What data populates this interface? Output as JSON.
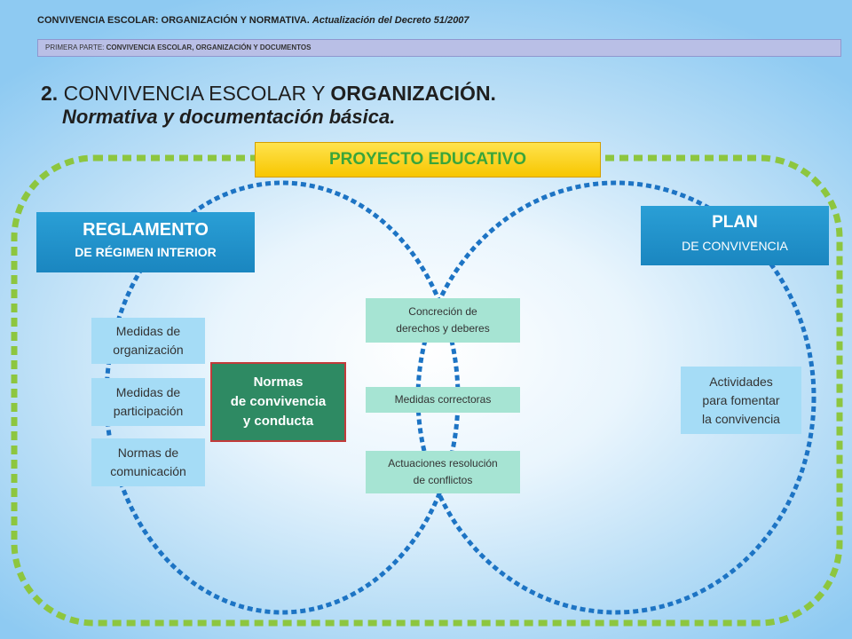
{
  "header": {
    "course": "CONVIVENCIA ESCOLAR: ORGANIZACIÓN Y NORMATIVA.",
    "update": "Actualización del Decreto 51/2007"
  },
  "part_bar": {
    "prefix": "PRIMERA PARTE: ",
    "label": "CONVIVENCIA ESCOLAR, ORGANIZACIÓN Y DOCUMENTOS"
  },
  "title": {
    "number": "2.",
    "main": " CONVIVENCIA ESCOLAR Y ",
    "emph": "ORGANIZACIÓN.",
    "subtitle": "Normativa y documentación básica."
  },
  "diagram": {
    "proyecto": "PROYECTO EDUCATIVO",
    "reglamento": {
      "title": "REGLAMENTO",
      "sub": "DE RÉGIMEN INTERIOR"
    },
    "plan": {
      "title": "PLAN",
      "sub": "DE  CONVIVENCIA"
    },
    "left_items": [
      {
        "l1": "Medidas de",
        "l2": "organización"
      },
      {
        "l1": "Medidas de",
        "l2": "participación"
      },
      {
        "l1": "Normas de",
        "l2": "comunicación"
      }
    ],
    "normas": {
      "l1": "Normas",
      "l2": "de convivencia",
      "l3": "y conducta"
    },
    "center_items": [
      {
        "l1": "Concreción de",
        "l2": "derechos y deberes"
      },
      {
        "l1": "Medidas correctoras",
        "l2": ""
      },
      {
        "l1": "Actuaciones resolución",
        "l2": "de conflictos"
      }
    ],
    "right_item": {
      "l1": "Actividades",
      "l2": "para fomentar",
      "l3": "la convivencia"
    },
    "colors": {
      "outer_dash": "#8dc63f",
      "circle_dash": "#1d74c4",
      "yellow": "#f7c600",
      "blue_box": "#1f8fc9",
      "light_blue": "#a5dcf6",
      "mint": "#a6e4d3",
      "green_box": "#2e8a63"
    }
  }
}
